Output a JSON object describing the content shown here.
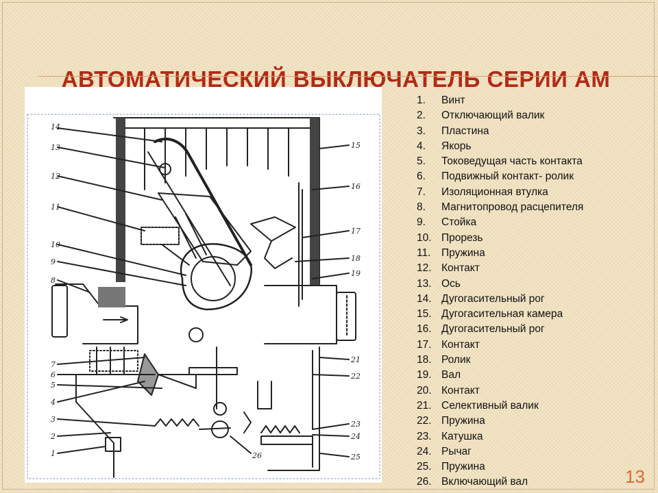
{
  "slide": {
    "title": "АВТОМАТИЧЕСКИЙ ВЫКЛЮЧАТЕЛЬ СЕРИИ АМ",
    "page_number": "13",
    "colors": {
      "background": "#f3e2bf",
      "title": "#b12a17",
      "page_number": "#e2662c"
    }
  },
  "parts": [
    {
      "num": "1.",
      "label": "Винт"
    },
    {
      "num": "2.",
      "label": "Отключающий валик"
    },
    {
      "num": "3.",
      "label": "Пластина"
    },
    {
      "num": "4.",
      "label": "Якорь"
    },
    {
      "num": "5.",
      "label": "Токоведущая часть контакта"
    },
    {
      "num": "6.",
      "label": "Подвижный контакт- ролик"
    },
    {
      "num": "7.",
      "label": "Изоляционная втулка"
    },
    {
      "num": "8.",
      "label": "Магнитопровод расцепителя"
    },
    {
      "num": "9.",
      "label": "Стойка"
    },
    {
      "num": "10.",
      "label": "Прорезь"
    },
    {
      "num": "11.",
      "label": "Пружина"
    },
    {
      "num": "12.",
      "label": "Контакт"
    },
    {
      "num": "13.",
      "label": "Ось"
    },
    {
      "num": "14.",
      "label": "Дугогасительный рог"
    },
    {
      "num": "15.",
      "label": "Дугогасительная камера"
    },
    {
      "num": "16.",
      "label": "Дугогасительный рог"
    },
    {
      "num": "17.",
      "label": "Контакт"
    },
    {
      "num": "18.",
      "label": "Ролик"
    },
    {
      "num": "19.",
      "label": "Вал"
    },
    {
      "num": "20.",
      "label": "Контакт"
    },
    {
      "num": "21.",
      "label": "Селективный валик"
    },
    {
      "num": "22.",
      "label": "Пружина"
    },
    {
      "num": "23.",
      "label": "Катушка"
    },
    {
      "num": "24.",
      "label": "Рычаг"
    },
    {
      "num": "25.",
      "label": "Пружина"
    },
    {
      "num": "26.",
      "label": "Включающий вал"
    }
  ],
  "diagram": {
    "callouts_left": [
      "14",
      "13",
      "12",
      "11",
      "10",
      "9",
      "8",
      "7",
      "6",
      "5",
      "4",
      "3",
      "2",
      "1"
    ],
    "callouts_right": [
      "15",
      "16",
      "17",
      "18",
      "19",
      "21",
      "22",
      "23",
      "24",
      "25"
    ],
    "callout_bottom": "26"
  }
}
